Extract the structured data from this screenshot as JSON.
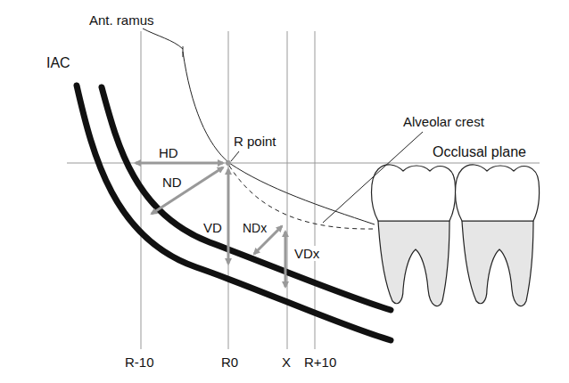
{
  "diagram": {
    "labels": [
      "Ant. ramus",
      "IAC",
      "R point",
      "Occlusal plane",
      "HD",
      "ND",
      "VD",
      "NDx",
      "VDx",
      "Alveolar crest",
      "R-10",
      "R0",
      "X",
      "R+10"
    ]
  }
}
